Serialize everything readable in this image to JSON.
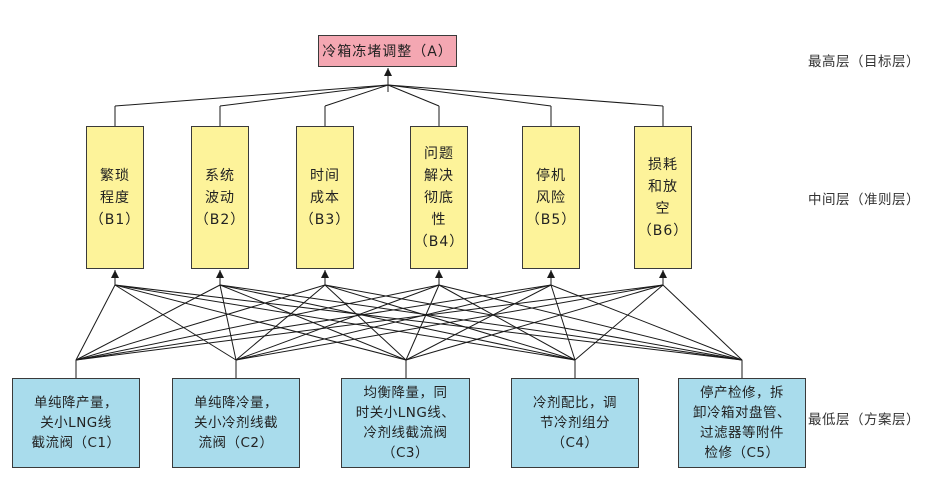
{
  "goal": {
    "label": "冷箱冻堵调整（A）"
  },
  "criteria": [
    {
      "label": "繁琐\n程度\n（B1）"
    },
    {
      "label": "系统\n波动\n（B2）"
    },
    {
      "label": "时间\n成本\n（B3）"
    },
    {
      "label": "问题\n解决\n彻底\n性\n（B4）"
    },
    {
      "label": "停机\n风险\n（B5）"
    },
    {
      "label": "损耗\n和放\n空\n（B6）"
    }
  ],
  "alternatives": [
    {
      "label": "单纯降产量，\n关小LNG线\n截流阀（C1）"
    },
    {
      "label": "单纯降冷量，\n关小冷剂线截\n流阀（C2）"
    },
    {
      "label": "均衡降量，同\n时关小LNG线、\n冷剂线截流阀\n（C3）"
    },
    {
      "label": "冷剂配比，调\n节冷剂组分\n（C4）"
    },
    {
      "label": "停产检修，拆\n卸冷箱对盘管、\n过滤器等附件\n检修（C5）"
    }
  ],
  "levels": {
    "top": "最高层（目标层）",
    "middle": "中间层（准则层）",
    "bottom": "最低层（方案层）"
  },
  "colors": {
    "goal_fill": "#f4a7b2",
    "criteria_fill": "#fdf39a",
    "alternative_fill": "#a9dcec",
    "lines": "#1a1a1a"
  }
}
